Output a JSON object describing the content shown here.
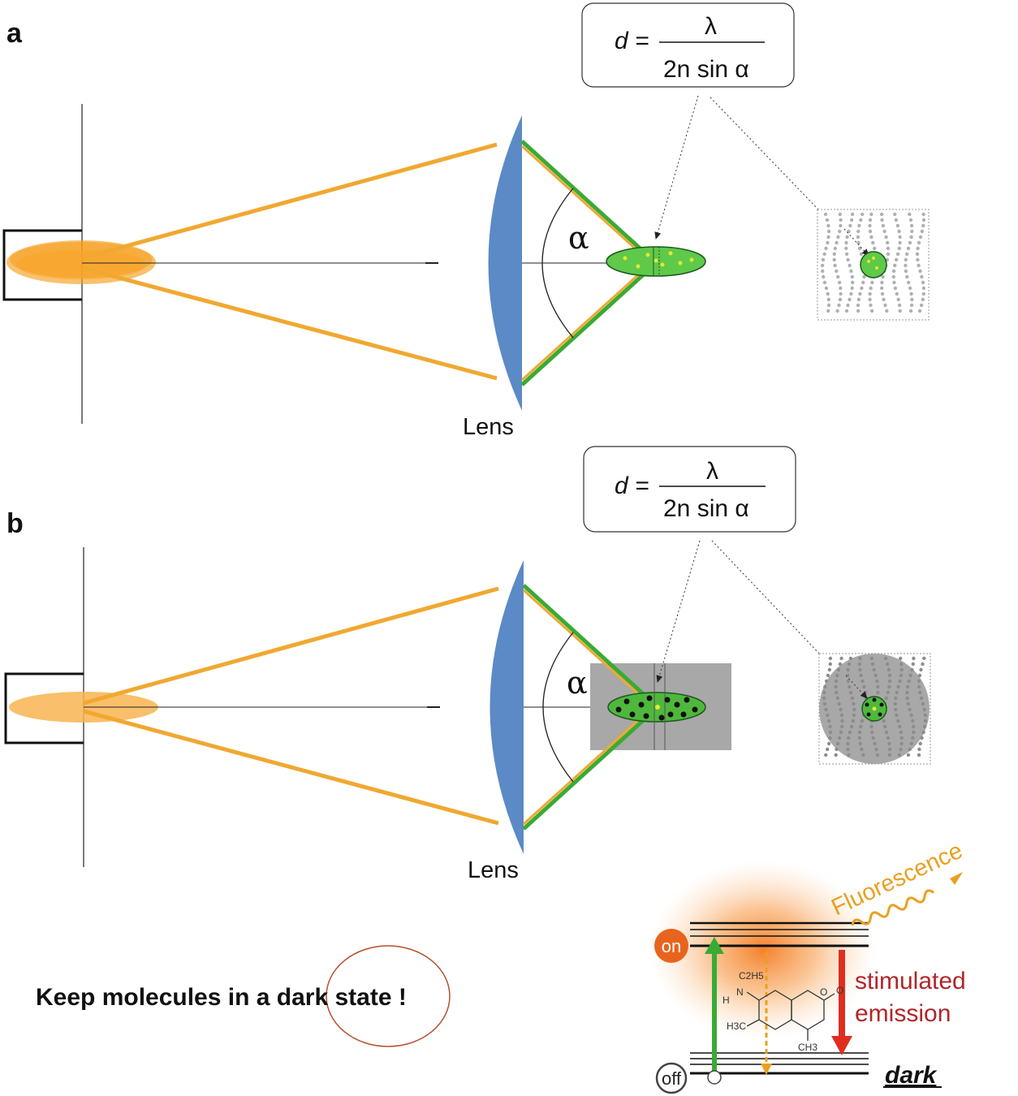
{
  "panels": [
    {
      "letter": "a",
      "lens_label": "Lens",
      "angle_symbol": "α"
    },
    {
      "letter": "b",
      "lens_label": "Lens",
      "angle_symbol": "α"
    }
  ],
  "formula": {
    "lhs": "d =",
    "numerator": "λ",
    "denominator": "2n sin α"
  },
  "caption": "Keep molecules in a dark state !",
  "energy_diagram": {
    "on_label": "on",
    "off_label": "off",
    "fluorescence_label": "Fluorescence",
    "stimulated_line1": "stimulated",
    "stimulated_line2": "emission",
    "dark_label": "dark",
    "chem_labels": [
      "C2H5",
      "N",
      "H",
      "H3C",
      "CH3",
      "O",
      "O"
    ]
  },
  "colors": {
    "orange_beam": "#f0a830",
    "green_beam": "#3aaa35",
    "lens_blue": "#5b8ac6",
    "focal_green": "#5fc94a",
    "depletion_gray": "#a8a8a8",
    "on_orange": "#e8641e",
    "red_arrow": "#e02d20",
    "caption_circle": "#b5502f"
  }
}
